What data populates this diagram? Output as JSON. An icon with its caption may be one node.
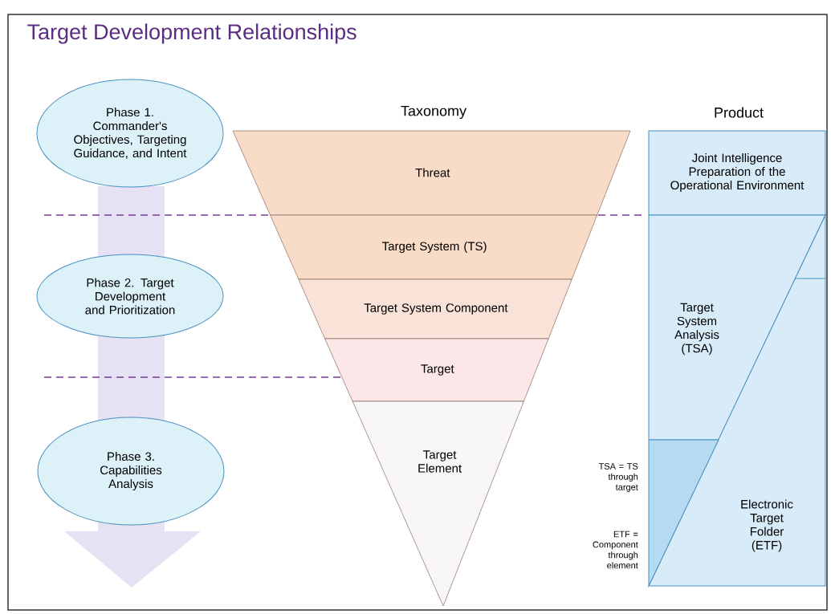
{
  "diagram": {
    "title": "Target Development Relationships",
    "nodes": [
      {
        "text": [
          "Phase 1. Commander's Objectives, Targeting Guidance, and Intent"
        ]
      },
      {
        "text": [
          "Phase 2. Target Development and Prioritization"
        ]
      },
      {
        "text": [
          "Phase 3. Capabilities Analysis"
        ]
      },
      {
        "text": [
          "Threat"
        ]
      },
      {
        "text": [
          "Target System (TS)"
        ]
      },
      {
        "text": [
          "Target System Component"
        ]
      },
      {
        "text": [
          "Target"
        ]
      },
      {
        "text": [
          "Target Element"
        ]
      },
      {
        "text": [
          "Joint Intelligence Preparation of the Operational Environment"
        ]
      },
      {
        "text": [
          "Target System Analysis (TSA)"
        ]
      },
      {
        "text": [
          "Electronic Target Folder (ETF)"
        ]
      }
    ],
    "labels": [
      "Taxonomy",
      "Product",
      "TSA = TS through target",
      "ETF = Component through element"
    ]
  }
}
